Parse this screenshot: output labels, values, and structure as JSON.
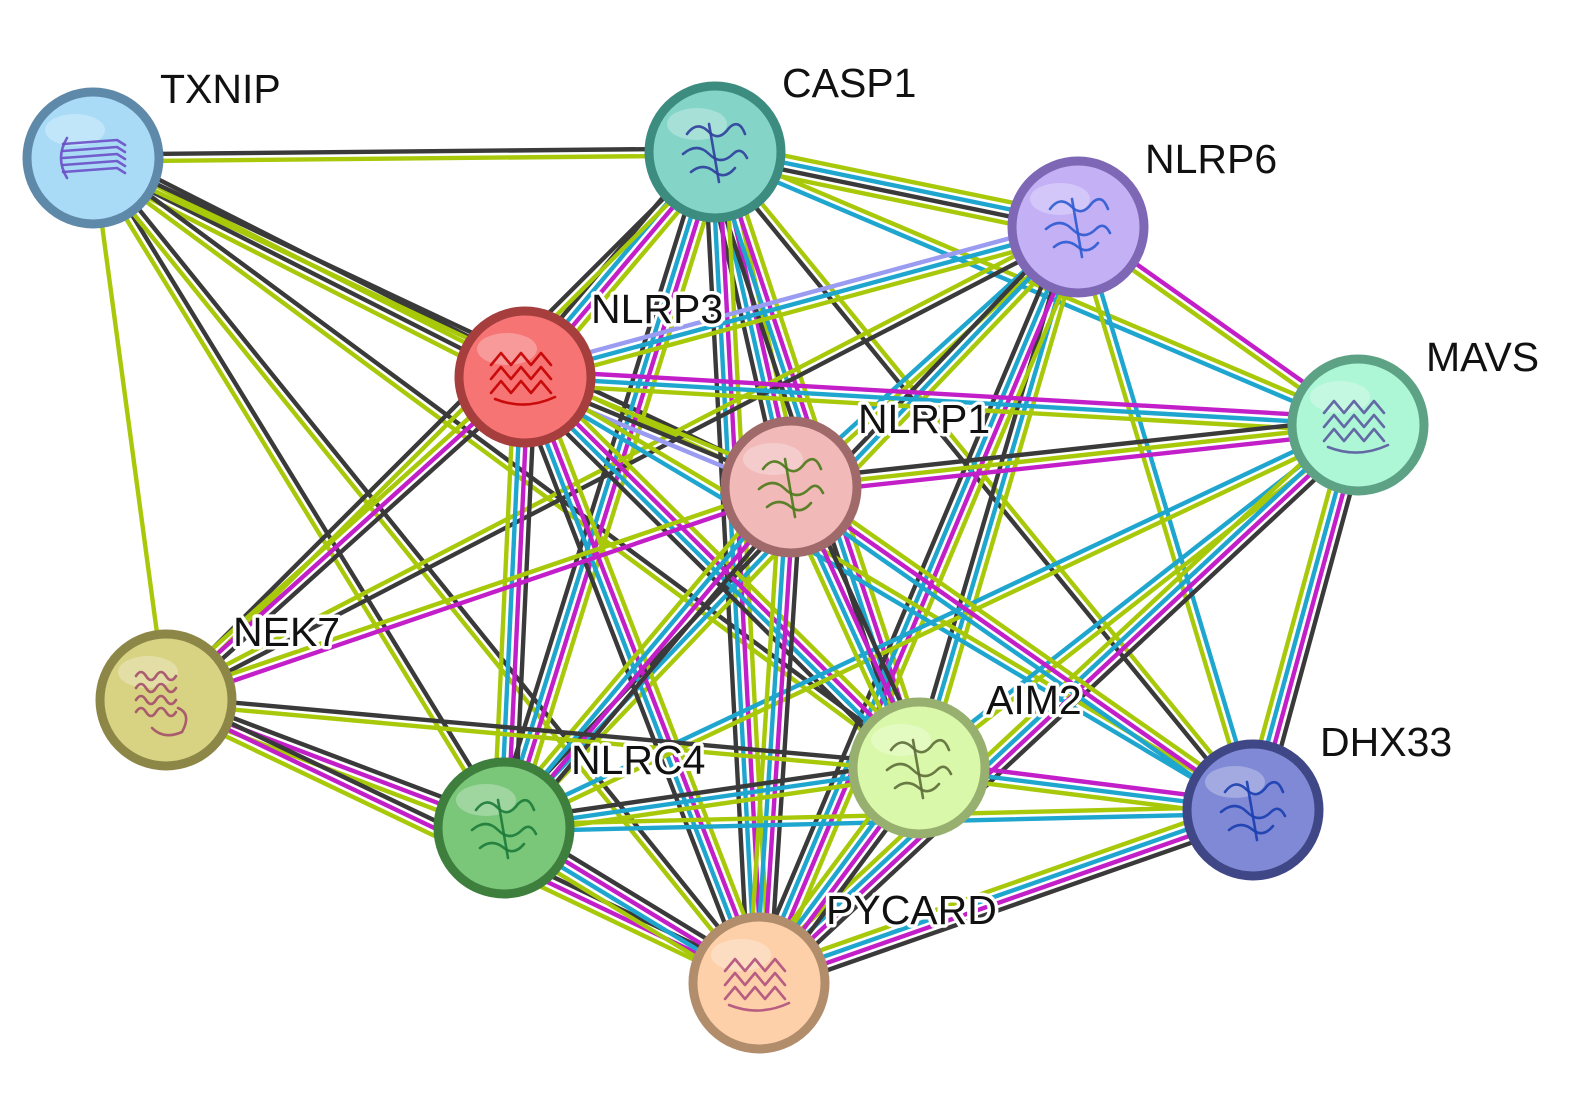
{
  "network": {
    "nodes": [
      {
        "id": "TXNIP",
        "label": "TXNIP",
        "fill": "#a9dbf7",
        "ring": "#5f89a8",
        "structure_color": "#6a4fc7",
        "structure_icon": "beta-sheet-structure-icon"
      },
      {
        "id": "CASP1",
        "label": "CASP1",
        "fill": "#84d5c8",
        "ring": "#3d8c80",
        "structure_color": "#2f3e9c",
        "structure_icon": "protein-structure-icon"
      },
      {
        "id": "NLRP6",
        "label": "NLRP6",
        "fill": "#c3b0f5",
        "ring": "#7e67b5",
        "structure_color": "#2c5bd2",
        "structure_icon": "protein-structure-icon"
      },
      {
        "id": "NLRP3",
        "label": "NLRP3",
        "fill": "#f77474",
        "ring": "#a63e3e",
        "structure_color": "#c40000",
        "structure_icon": "helical-structure-icon"
      },
      {
        "id": "MAVS",
        "label": "MAVS",
        "fill": "#adf6d6",
        "ring": "#5ea286",
        "structure_color": "#5a5a9e",
        "structure_icon": "helical-structure-icon"
      },
      {
        "id": "NLRP1",
        "label": "NLRP1",
        "fill": "#f2b9b9",
        "ring": "#a06a6a",
        "structure_color": "#4a7a1a",
        "structure_icon": "protein-structure-icon"
      },
      {
        "id": "NEK7",
        "label": "NEK7",
        "fill": "#d8d283",
        "ring": "#8c8747",
        "structure_color": "#a34f6b",
        "structure_icon": "kinase-structure-icon"
      },
      {
        "id": "NLRC4",
        "label": "NLRC4",
        "fill": "#7ac77a",
        "ring": "#3e7f3e",
        "structure_color": "#1d7a3a",
        "structure_icon": "protein-structure-icon"
      },
      {
        "id": "AIM2",
        "label": "AIM2",
        "fill": "#d9f8a9",
        "ring": "#97b06f",
        "structure_color": "#5d6b3a",
        "structure_icon": "protein-structure-icon"
      },
      {
        "id": "DHX33",
        "label": "DHX33",
        "fill": "#7f89d6",
        "ring": "#3f4787",
        "structure_color": "#1a3fb0",
        "structure_icon": "protein-structure-icon"
      },
      {
        "id": "PYCARD",
        "label": "PYCARD",
        "fill": "#fdd0aa",
        "ring": "#b28d6c",
        "structure_color": "#b0507c",
        "structure_icon": "helical-structure-icon"
      }
    ],
    "edge_colors": {
      "coexpression": "#3a3a3a",
      "textmining": "#a8c80a",
      "database": "#1fa6cf",
      "experiment": "#c21fc9",
      "homology": "#9a9cf2"
    },
    "edges": [
      {
        "source": "TXNIP",
        "target": "CASP1",
        "evidence": [
          "coexpression",
          "textmining"
        ]
      },
      {
        "source": "TXNIP",
        "target": "NLRP3",
        "evidence": [
          "coexpression",
          "textmining",
          "coexpression",
          "textmining"
        ]
      },
      {
        "source": "TXNIP",
        "target": "NLRP1",
        "evidence": [
          "coexpression",
          "textmining"
        ]
      },
      {
        "source": "TXNIP",
        "target": "NEK7",
        "evidence": [
          "textmining"
        ]
      },
      {
        "source": "TXNIP",
        "target": "NLRC4",
        "evidence": [
          "coexpression",
          "textmining"
        ]
      },
      {
        "source": "TXNIP",
        "target": "AIM2",
        "evidence": [
          "coexpression",
          "textmining"
        ]
      },
      {
        "source": "TXNIP",
        "target": "PYCARD",
        "evidence": [
          "coexpression",
          "textmining"
        ]
      },
      {
        "source": "CASP1",
        "target": "NLRP6",
        "evidence": [
          "textmining",
          "database",
          "coexpression",
          "textmining"
        ]
      },
      {
        "source": "CASP1",
        "target": "NLRP3",
        "evidence": [
          "textmining",
          "experiment",
          "database",
          "coexpression"
        ]
      },
      {
        "source": "CASP1",
        "target": "MAVS",
        "evidence": [
          "textmining",
          "database"
        ]
      },
      {
        "source": "CASP1",
        "target": "NLRP1",
        "evidence": [
          "textmining",
          "experiment",
          "database",
          "coexpression"
        ]
      },
      {
        "source": "CASP1",
        "target": "NEK7",
        "evidence": [
          "textmining",
          "coexpression"
        ]
      },
      {
        "source": "CASP1",
        "target": "NLRC4",
        "evidence": [
          "textmining",
          "experiment",
          "database",
          "coexpression"
        ]
      },
      {
        "source": "CASP1",
        "target": "AIM2",
        "evidence": [
          "textmining",
          "experiment",
          "database",
          "coexpression"
        ]
      },
      {
        "source": "CASP1",
        "target": "DHX33",
        "evidence": [
          "textmining",
          "coexpression"
        ]
      },
      {
        "source": "CASP1",
        "target": "PYCARD",
        "evidence": [
          "textmining",
          "experiment",
          "database",
          "coexpression"
        ]
      },
      {
        "source": "NLRP6",
        "target": "NLRP3",
        "evidence": [
          "textmining",
          "database",
          "homology"
        ]
      },
      {
        "source": "NLRP6",
        "target": "MAVS",
        "evidence": [
          "experiment",
          "textmining"
        ]
      },
      {
        "source": "NLRP6",
        "target": "NLRP1",
        "evidence": [
          "textmining",
          "database"
        ]
      },
      {
        "source": "NLRP6",
        "target": "NEK7",
        "evidence": [
          "coexpression",
          "textmining"
        ]
      },
      {
        "source": "NLRP6",
        "target": "NLRC4",
        "evidence": [
          "textmining",
          "database",
          "coexpression"
        ]
      },
      {
        "source": "NLRP6",
        "target": "AIM2",
        "evidence": [
          "textmining",
          "database",
          "coexpression"
        ]
      },
      {
        "source": "NLRP6",
        "target": "DHX33",
        "evidence": [
          "database",
          "textmining"
        ]
      },
      {
        "source": "NLRP6",
        "target": "PYCARD",
        "evidence": [
          "textmining",
          "experiment",
          "database",
          "coexpression"
        ]
      },
      {
        "source": "NLRP3",
        "target": "MAVS",
        "evidence": [
          "experiment",
          "database",
          "textmining"
        ]
      },
      {
        "source": "NLRP3",
        "target": "NLRP1",
        "evidence": [
          "textmining",
          "coexpression",
          "homology"
        ]
      },
      {
        "source": "NLRP3",
        "target": "NEK7",
        "evidence": [
          "coexpression",
          "experiment",
          "textmining"
        ]
      },
      {
        "source": "NLRP3",
        "target": "NLRC4",
        "evidence": [
          "coexpression",
          "experiment",
          "database",
          "textmining"
        ]
      },
      {
        "source": "NLRP3",
        "target": "AIM2",
        "evidence": [
          "textmining",
          "experiment",
          "database",
          "coexpression"
        ]
      },
      {
        "source": "NLRP3",
        "target": "DHX33",
        "evidence": [
          "textmining",
          "database"
        ]
      },
      {
        "source": "NLRP3",
        "target": "PYCARD",
        "evidence": [
          "textmining",
          "experiment",
          "database",
          "coexpression"
        ]
      },
      {
        "source": "MAVS",
        "target": "NLRP1",
        "evidence": [
          "experiment",
          "textmining",
          "coexpression"
        ]
      },
      {
        "source": "MAVS",
        "target": "NLRC4",
        "evidence": [
          "textmining",
          "database"
        ]
      },
      {
        "source": "MAVS",
        "target": "AIM2",
        "evidence": [
          "textmining",
          "database"
        ]
      },
      {
        "source": "MAVS",
        "target": "DHX33",
        "evidence": [
          "coexpression",
          "experiment",
          "database",
          "textmining"
        ]
      },
      {
        "source": "MAVS",
        "target": "PYCARD",
        "evidence": [
          "coexpression",
          "experiment",
          "database",
          "textmining"
        ]
      },
      {
        "source": "NLRP1",
        "target": "NEK7",
        "evidence": [
          "experiment",
          "textmining"
        ]
      },
      {
        "source": "NLRP1",
        "target": "NLRC4",
        "evidence": [
          "coexpression",
          "experiment",
          "database",
          "textmining"
        ]
      },
      {
        "source": "NLRP1",
        "target": "AIM2",
        "evidence": [
          "coexpression",
          "experiment",
          "database",
          "textmining"
        ]
      },
      {
        "source": "NLRP1",
        "target": "DHX33",
        "evidence": [
          "textmining",
          "experiment",
          "database"
        ]
      },
      {
        "source": "NLRP1",
        "target": "PYCARD",
        "evidence": [
          "coexpression",
          "experiment",
          "database",
          "textmining"
        ]
      },
      {
        "source": "NEK7",
        "target": "NLRC4",
        "evidence": [
          "coexpression",
          "experiment",
          "textmining"
        ]
      },
      {
        "source": "NEK7",
        "target": "AIM2",
        "evidence": [
          "coexpression",
          "textmining"
        ]
      },
      {
        "source": "NEK7",
        "target": "PYCARD",
        "evidence": [
          "coexpression",
          "experiment",
          "textmining"
        ]
      },
      {
        "source": "NLRC4",
        "target": "AIM2",
        "evidence": [
          "coexpression",
          "database",
          "textmining"
        ]
      },
      {
        "source": "NLRC4",
        "target": "DHX33",
        "evidence": [
          "textmining",
          "database"
        ]
      },
      {
        "source": "NLRC4",
        "target": "PYCARD",
        "evidence": [
          "coexpression",
          "experiment",
          "database",
          "textmining"
        ]
      },
      {
        "source": "AIM2",
        "target": "DHX33",
        "evidence": [
          "experiment",
          "database",
          "textmining"
        ]
      },
      {
        "source": "AIM2",
        "target": "PYCARD",
        "evidence": [
          "coexpression",
          "experiment",
          "database",
          "textmining"
        ]
      },
      {
        "source": "DHX33",
        "target": "PYCARD",
        "evidence": [
          "coexpression",
          "experiment",
          "database",
          "textmining"
        ]
      }
    ]
  }
}
